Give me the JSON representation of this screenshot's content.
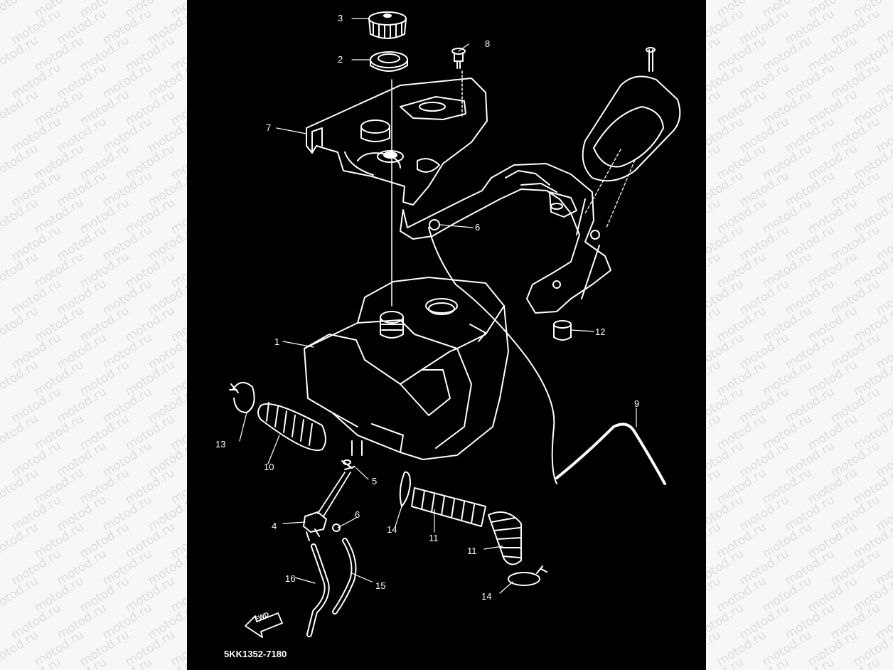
{
  "watermark": {
    "text": "motod.ru"
  },
  "diagram": {
    "callouts": [
      {
        "id": "c3",
        "label": "3"
      },
      {
        "id": "c2",
        "label": "2"
      },
      {
        "id": "c8",
        "label": "8"
      },
      {
        "id": "c7",
        "label": "7"
      },
      {
        "id": "c6a",
        "label": "6"
      },
      {
        "id": "c1",
        "label": "1"
      },
      {
        "id": "c12",
        "label": "12"
      },
      {
        "id": "c9",
        "label": "9"
      },
      {
        "id": "c13",
        "label": "13"
      },
      {
        "id": "c10",
        "label": "10"
      },
      {
        "id": "c5",
        "label": "5"
      },
      {
        "id": "c4",
        "label": "4"
      },
      {
        "id": "c6b",
        "label": "6"
      },
      {
        "id": "c14a",
        "label": "14"
      },
      {
        "id": "c11a",
        "label": "11"
      },
      {
        "id": "c11b",
        "label": "11"
      },
      {
        "id": "c16",
        "label": "16"
      },
      {
        "id": "c15",
        "label": "15"
      },
      {
        "id": "c14b",
        "label": "14"
      }
    ],
    "fwd_label": "FWD",
    "part_code": "5KK1352-7180"
  },
  "colors": {
    "panel": "#000000",
    "ink": "#ffffff",
    "page": "#f7f7f7",
    "watermark": "#dcdcdc"
  }
}
